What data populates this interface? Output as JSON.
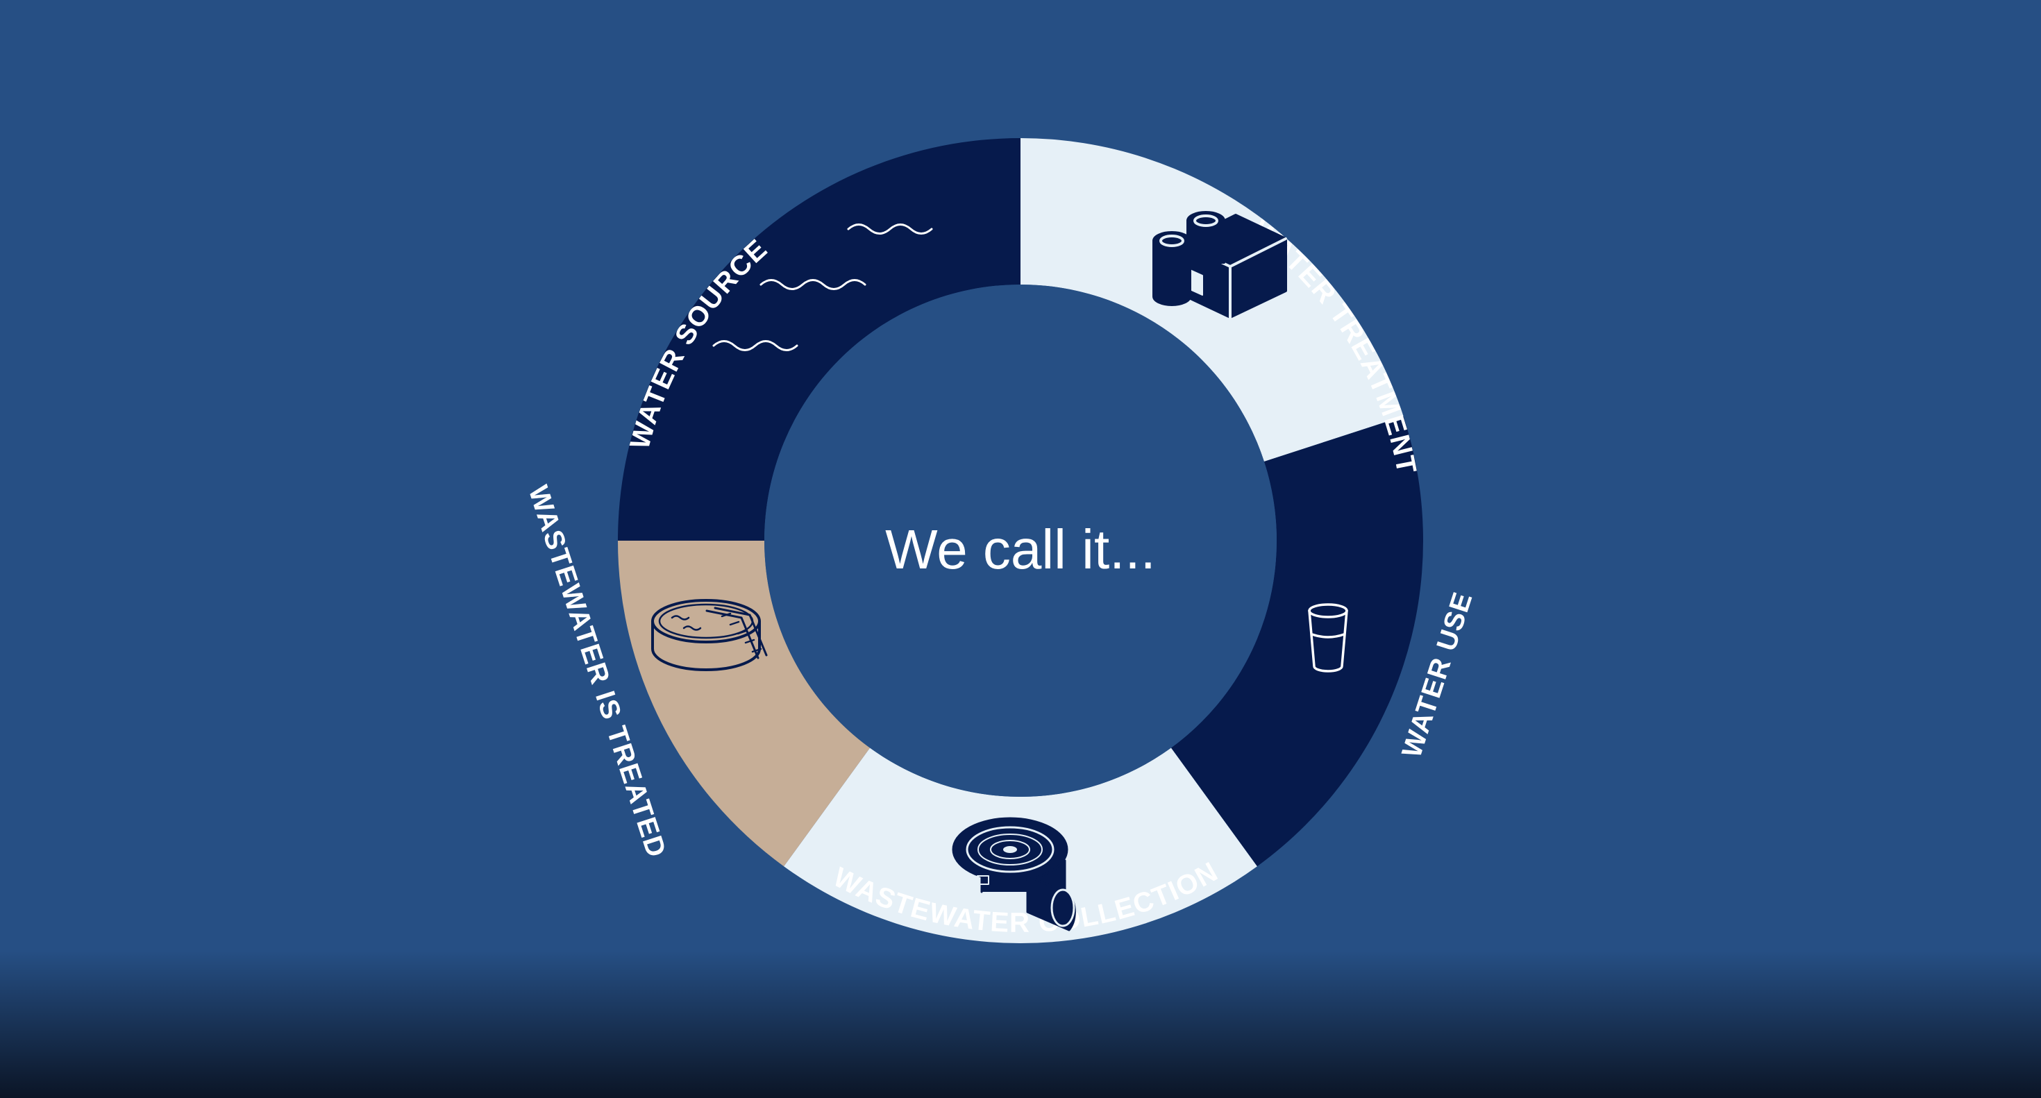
{
  "diagram": {
    "center_text": "We call it...",
    "stages": [
      {
        "id": "water-source",
        "label": "WATER SOURCE",
        "icon": "waves-icon",
        "color": "#061a4c"
      },
      {
        "id": "water-treatment",
        "label": "WATER TREATMENT",
        "icon": "treatment-plant-icon",
        "color": "#e6f0f7"
      },
      {
        "id": "water-use",
        "label": "WATER USE",
        "icon": "glass-of-water-icon",
        "color": "#061a4c"
      },
      {
        "id": "wastewater-collection",
        "label": "WASTEWATER COLLECTION",
        "icon": "drain-pipe-icon",
        "color": "#e6f0f7"
      },
      {
        "id": "wastewater-treated",
        "label": "WASTEWATER IS TREATED",
        "icon": "settling-tank-icon",
        "color": "#c6ae97"
      }
    ]
  },
  "colors": {
    "background": "#264f84",
    "center_disc": "#264f84",
    "navy": "#061a4c",
    "light": "#e6f0f7",
    "tan": "#c6ae97",
    "text": "#ffffff"
  }
}
